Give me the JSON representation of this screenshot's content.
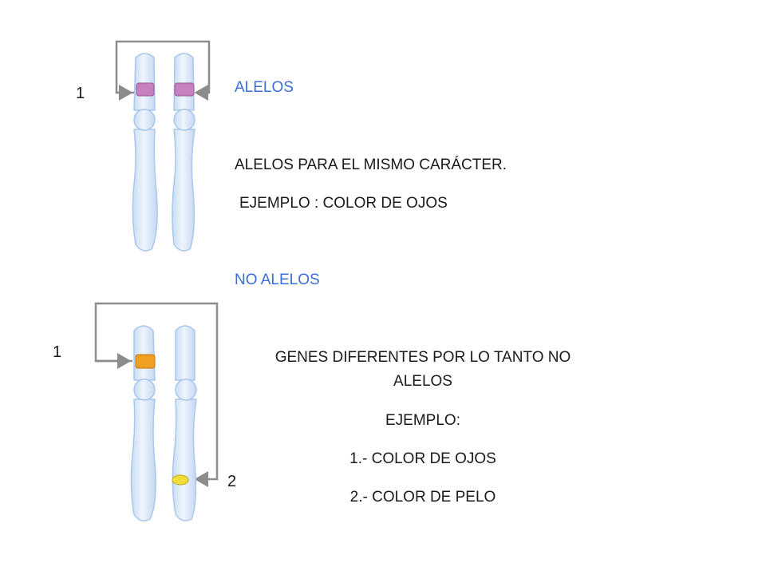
{
  "top": {
    "heading": "ALELOS",
    "line1": "ALELOS PARA EL MISMO CARÁCTER.",
    "line2": "EJEMPLO : COLOR DE OJOS",
    "marker": "1",
    "band_color": "#c77fc0"
  },
  "bottom": {
    "heading": "NO ALELOS",
    "text_line1": "GENES DIFERENTES POR LO TANTO NO",
    "text_line2": "ALELOS",
    "example_label": "EJEMPLO:",
    "item1": "1.- COLOR DE OJOS",
    "item2": "2.- COLOR DE PELO",
    "marker1": "1",
    "marker2": "2",
    "band1_color": "#f0a020",
    "band2_color": "#f2dd3a"
  },
  "colors": {
    "chromosome_fill": "#dce9f8",
    "chromosome_stroke": "#a9c7ec",
    "bracket": "#8c8c8c",
    "heading_blue": "#3b6fd6"
  }
}
